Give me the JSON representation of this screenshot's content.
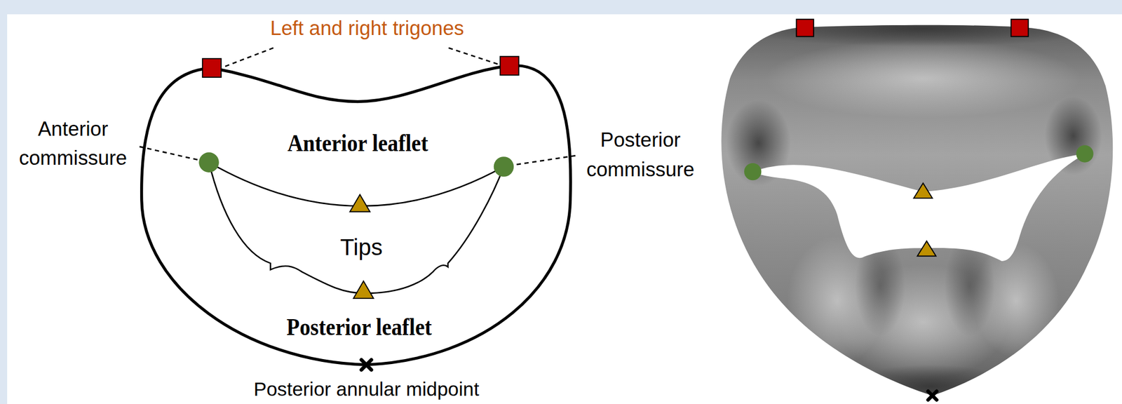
{
  "diagram": {
    "labels": [
      "Left and right trigones",
      "Anterior commissure",
      "Anterior leaflet",
      "Posterior commissure",
      "Tips",
      "Posterior leaflet",
      "Posterior annular midpoint"
    ]
  }
}
